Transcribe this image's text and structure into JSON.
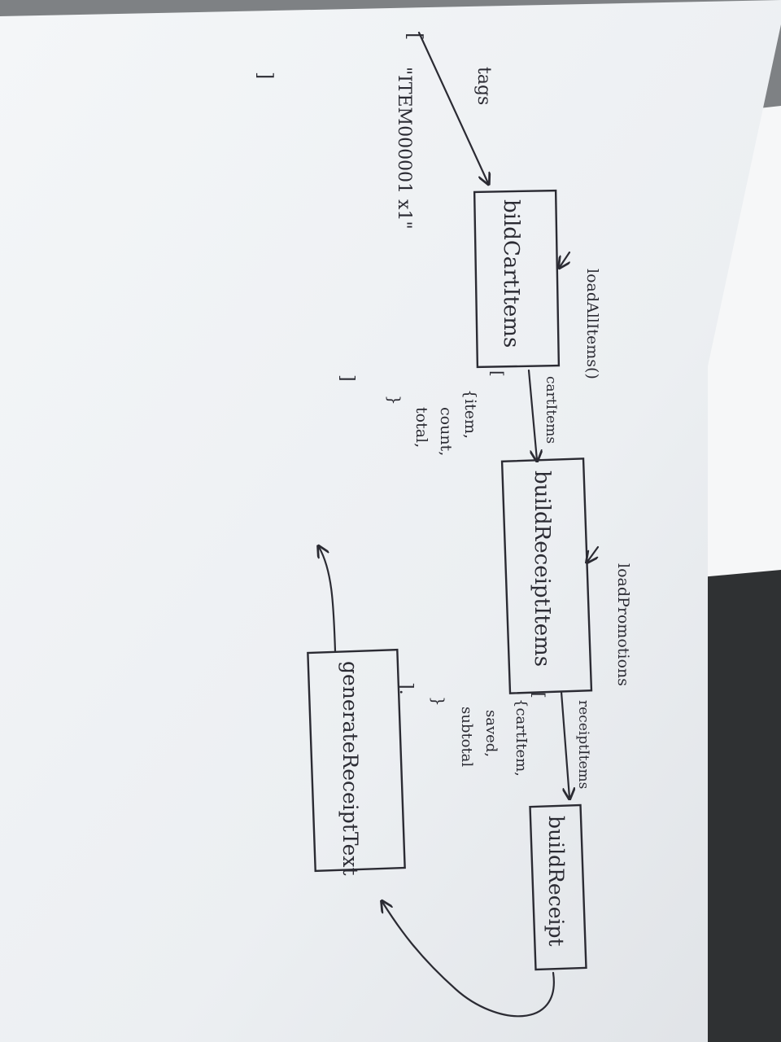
{
  "diagram": {
    "input_label": "tags",
    "input_example_open": "[",
    "input_example_value": "\"ITEM000001 x1\"",
    "input_example_close": "]",
    "nodes": [
      {
        "id": "buildCartItems",
        "label": "bildCartItems"
      },
      {
        "id": "buildReceiptItems",
        "label": "buildReceiptItems"
      },
      {
        "id": "buildReceipt",
        "label": "buildReceipt"
      },
      {
        "id": "generateReceiptText",
        "label": "generateReceiptText"
      }
    ],
    "loaders": [
      {
        "target": "buildCartItems",
        "label": "loadAllItems()"
      },
      {
        "target": "buildReceiptItems",
        "label": "loadPromotions"
      }
    ],
    "edges": [
      {
        "from": "buildCartItems",
        "to": "buildReceiptItems",
        "label": "cartItems"
      },
      {
        "from": "buildReceiptItems",
        "to": "buildReceipt",
        "label": "receiptItems"
      },
      {
        "from": "buildReceipt",
        "to": "generateReceiptText",
        "label": ""
      }
    ],
    "cart_items_structure": [
      "[",
      "{item,",
      "count,",
      "total,",
      "}",
      "]"
    ],
    "receipt_items_structure": [
      "[",
      "{cartItem,",
      "saved,",
      "subtotal",
      "}",
      "]."
    ]
  }
}
